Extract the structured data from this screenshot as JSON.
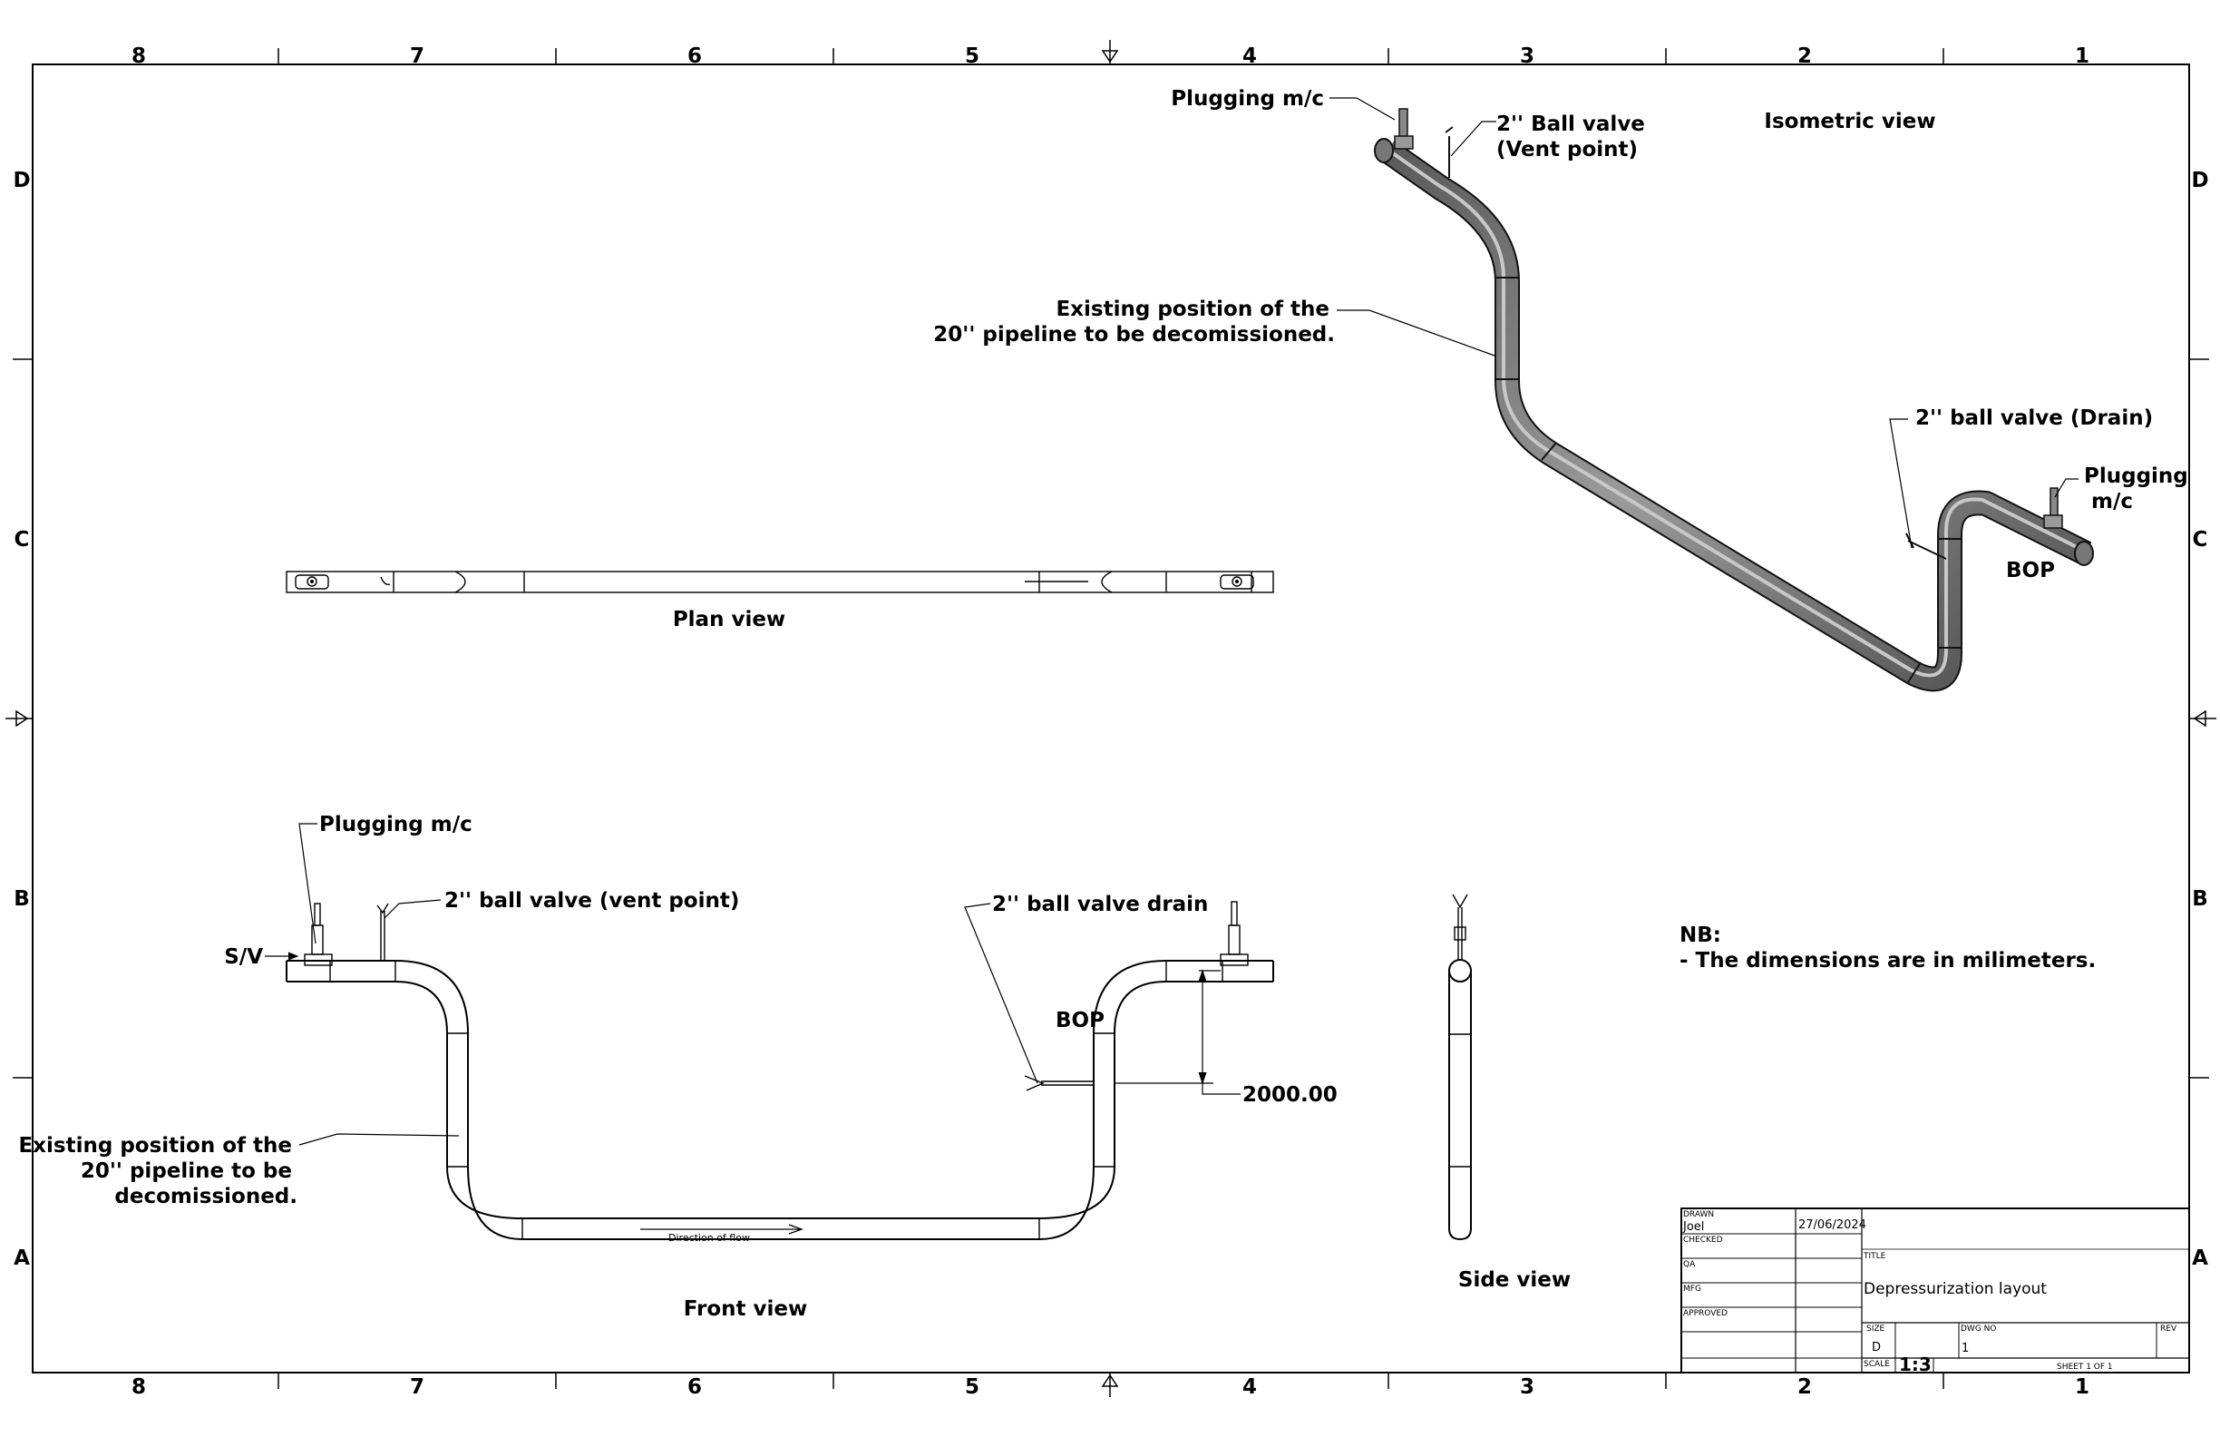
{
  "grid": {
    "columns": [
      "8",
      "7",
      "6",
      "5",
      "4",
      "3",
      "2",
      "1"
    ],
    "rows": [
      "D",
      "C",
      "B",
      "A"
    ]
  },
  "views": {
    "isometric_title": "Isometric view",
    "plan_title": "Plan view",
    "front_title": "Front view",
    "side_title": "Side view"
  },
  "isometric": {
    "plugging_left": "Plugging m/c",
    "vent_line1": "2'' Ball valve",
    "vent_line2": "(Vent point)",
    "existing_line1": "Existing position of the",
    "existing_line2": "20'' pipeline to be decomissioned.",
    "drain": "2'' ball valve (Drain)",
    "plugging_right_line1": "Plugging",
    "plugging_right_line2": "m/c",
    "bop": "BOP"
  },
  "front": {
    "plugging": "Plugging m/c",
    "vent": "2'' ball valve (vent point)",
    "sv": "S/V",
    "drain": "2'' ball valve drain",
    "bop": "BOP",
    "dimension": "2000.00",
    "existing_line1": "Existing position of the",
    "existing_line2": "20'' pipeline to be",
    "existing_line3": "decomissioned.",
    "flow": "Direction of flow"
  },
  "note": {
    "heading": "NB:",
    "text": "- The dimensions are in milimeters."
  },
  "title_block": {
    "drawn_label": "DRAWN",
    "drawn_name": "Joel",
    "drawn_date": "27/06/2024",
    "checked_label": "CHECKED",
    "qa_label": "QA",
    "mfg_label": "MFG",
    "approved_label": "APPROVED",
    "title_label": "TITLE",
    "title": "Depressurization layout",
    "size_label": "SIZE",
    "size": "D",
    "dwg_label": "DWG NO",
    "dwg_no": "1",
    "rev_label": "REV",
    "scale_label": "SCALE",
    "scale": "1:3",
    "sheet": "SHEET 1   OF 1"
  }
}
